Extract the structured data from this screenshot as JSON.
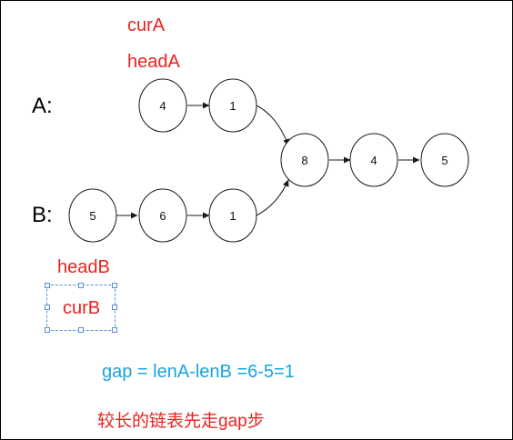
{
  "labels": {
    "curA": "curA",
    "headA": "headA",
    "listA": "A:",
    "listB": "B:",
    "headB": "headB",
    "curB": "curB"
  },
  "formula": "gap = lenA-lenB =6-5=1",
  "note": "较长的链表先走gap步",
  "lists": {
    "a_nodes": [
      "4",
      "1"
    ],
    "b_nodes": [
      "5",
      "6",
      "1"
    ],
    "shared_nodes": [
      "8",
      "4",
      "5"
    ]
  },
  "colors": {
    "pointer_text": "#e8231f",
    "formula_text": "#1aa3e0",
    "selection_border": "#5b8fd6"
  }
}
